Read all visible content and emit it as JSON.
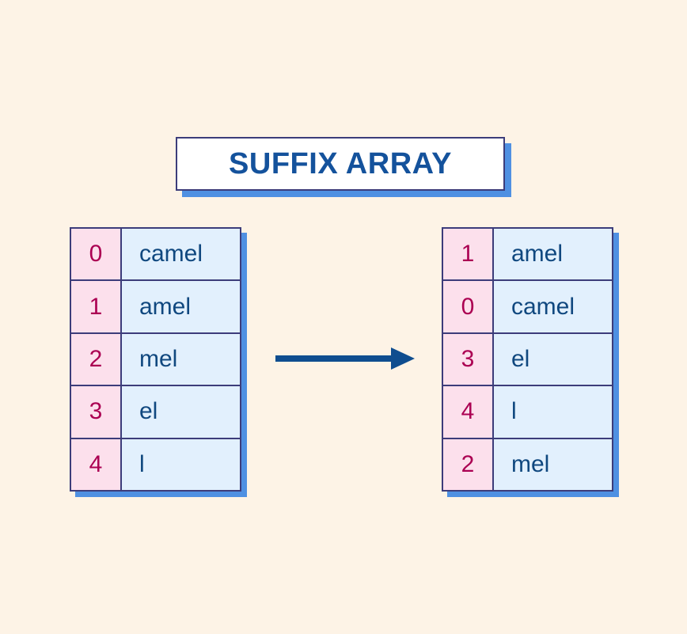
{
  "background_color": "#fdf3e6",
  "accent_colors": {
    "title_text": "#14529c",
    "index_text": "#ab0052",
    "index_cell": "#fce0ec",
    "suffix_cell": "#e2f0fd",
    "suffix_text": "#10487f",
    "border": "#3c3c7a",
    "shadow": "#4f90e2",
    "arrow": "#0f4d8f"
  },
  "title": {
    "text": "SUFFIX ARRAY"
  },
  "arrow": {
    "icon": "right-arrow-icon",
    "direction": "right"
  },
  "tables": {
    "unsorted": {
      "name": "suffixes-unsorted",
      "rows": [
        {
          "index": "0",
          "suffix": "camel"
        },
        {
          "index": "1",
          "suffix": "amel"
        },
        {
          "index": "2",
          "suffix": "mel"
        },
        {
          "index": "3",
          "suffix": "el"
        },
        {
          "index": "4",
          "suffix": "l"
        }
      ]
    },
    "sorted": {
      "name": "suffixes-sorted",
      "rows": [
        {
          "index": "1",
          "suffix": "amel"
        },
        {
          "index": "0",
          "suffix": "camel"
        },
        {
          "index": "3",
          "suffix": "el"
        },
        {
          "index": "4",
          "suffix": "l"
        },
        {
          "index": "2",
          "suffix": "mel"
        }
      ]
    }
  }
}
